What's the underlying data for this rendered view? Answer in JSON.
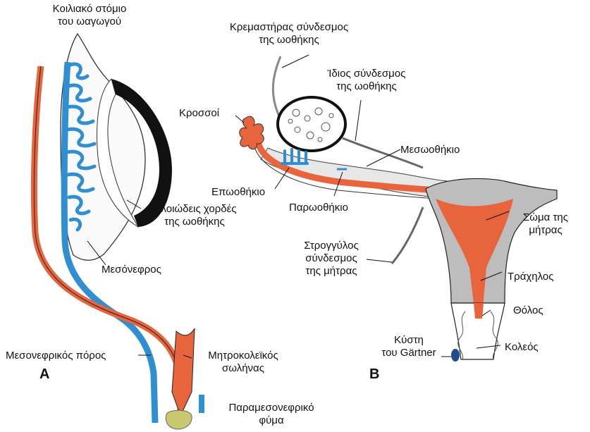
{
  "panels": {
    "a": "A",
    "b": "B"
  },
  "labels_a": {
    "coelomic_line1": "Κοιλιακό στόμιο",
    "coelomic_line2": "του ωαγωγού",
    "cortical_line1": "Φλοιώδεις χορδές",
    "cortical_line2": "της ωοθήκης",
    "mesonephros": "Μεσόνεφρος",
    "mesonephric_duct": "Μεσονεφρικός πόρος",
    "paramesonephric_line1": "Μητροκολεϊκός",
    "paramesonephric_line2": "σωλήνας",
    "tubercle_line1": "Παραμεσονεφρικό",
    "tubercle_line2": "φύμα"
  },
  "labels_b": {
    "suspensory_line1": "Κρεμαστήρας σύνδεσμος",
    "suspensory_line2": "της ωοθήκης",
    "proper_line1": "Ίδιος σύνδεσμος",
    "proper_line2": "της ωοθήκης",
    "fimbriae": "Κροσσοί",
    "mesovarium": "Μεσωοθήκιο",
    "epoophoron": "Επωοθήκιο",
    "paroophoron": "Παρωοθήκιο",
    "uterus_body_line1": "Σώμα της",
    "uterus_body_line2": "μήτρας",
    "round_line1": "Στρογγύλος",
    "round_line2": "σύνδεσμος",
    "round_line3": "της μήτρας",
    "cervix": "Τράχηλος",
    "fornix": "Θόλος",
    "gartner_line1": "Κύστη",
    "gartner_line2": "του Gärtner",
    "vagina": "Κολεός"
  },
  "colors": {
    "orange": "#e8643c",
    "blue": "#2f8fd0",
    "gray": "#bdbdbd",
    "black": "#111111",
    "tubercle": "#c8c870"
  }
}
